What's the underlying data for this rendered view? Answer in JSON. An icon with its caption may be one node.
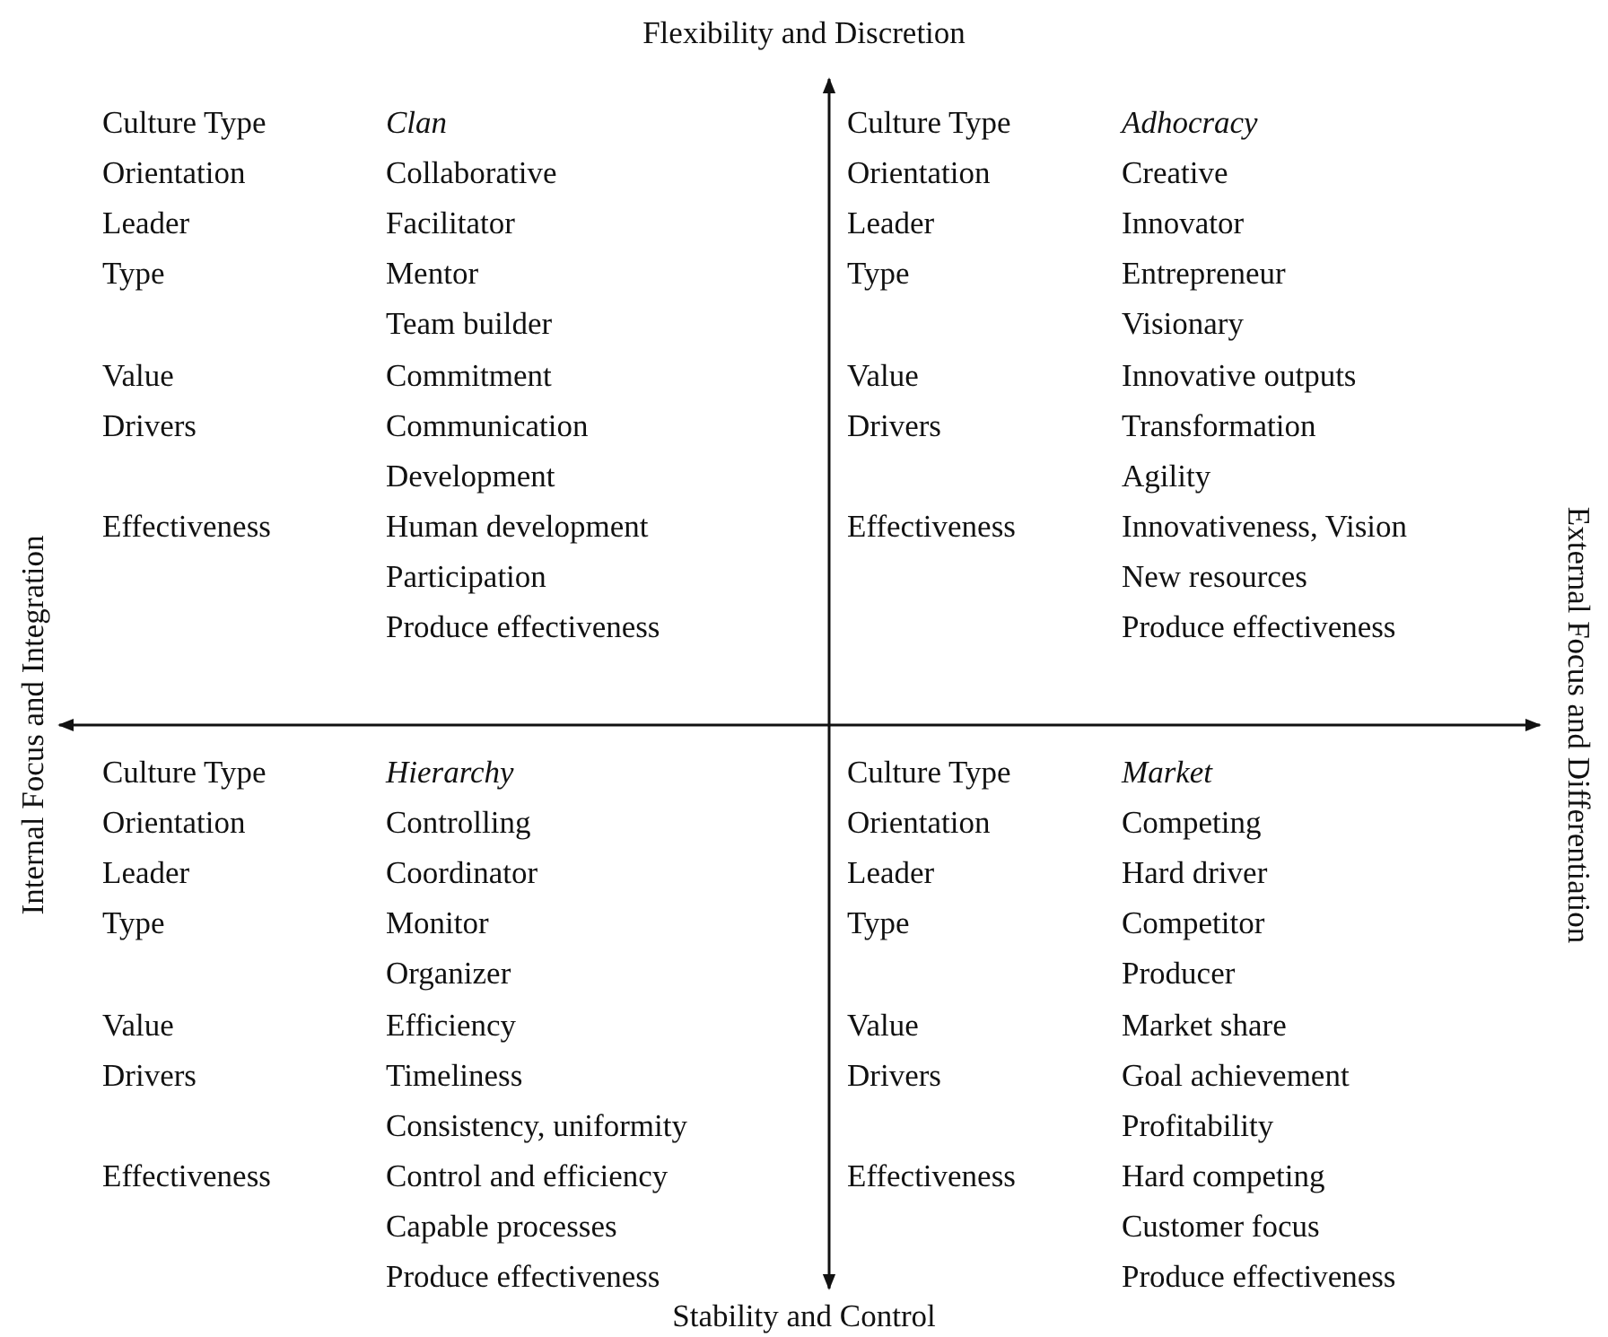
{
  "diagram": {
    "labels": [
      "Flexibility and Discretion",
      "Internal Focus and Integration",
      "External Focus and Differentiation",
      "Culture Type",
      "Clan",
      "Orientation",
      "Collaborative",
      "Leader",
      "Facilitator",
      "Type",
      "Mentor",
      "Team builder",
      "Value",
      "Commitment",
      "Drivers",
      "Communication",
      "Development",
      "Effectiveness",
      "Human development",
      "Participation",
      "Produce effectiveness",
      "Culture Type",
      "Adhocracy",
      "Orientation",
      "Creative",
      "Leader",
      "Innovator",
      "Type",
      "Entrepreneur",
      "Visionary",
      "Value",
      "Innovative outputs",
      "Drivers",
      "Transformation",
      "Agility",
      "Effectiveness",
      "Innovativeness, Vision",
      "New resources",
      "Produce effectiveness",
      "Culture Type",
      "Hierarchy",
      "Orientation",
      "Controlling",
      "Leader",
      "Coordinator",
      "Type",
      "Monitor",
      "Organizer",
      "Value",
      "Efficiency",
      "Drivers",
      "Timeliness",
      "Consistency, uniformity",
      "Effectiveness",
      "Control and efficiency",
      "Capable processes",
      "Produce effectiveness",
      "Culture Type",
      "Market",
      "Orientation",
      "Competing",
      "Leader",
      "Hard driver",
      "Type",
      "Competitor",
      "Producer",
      "Value",
      "Market share",
      "Drivers",
      "Goal achievement",
      "Profitability",
      "Effectiveness",
      "Hard competing",
      "Customer focus",
      "Produce effectiveness",
      "Stability and Control"
    ]
  }
}
